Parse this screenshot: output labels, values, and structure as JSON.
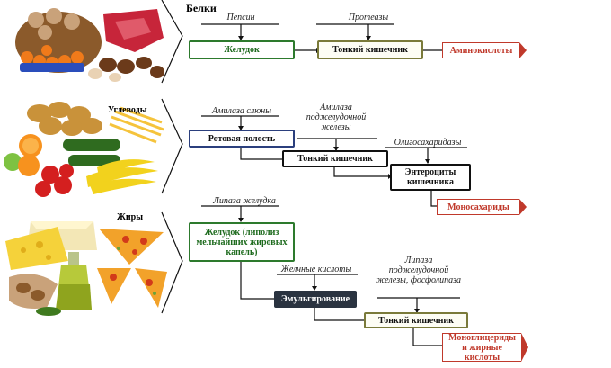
{
  "sections": {
    "proteins": {
      "title": "Белки",
      "enzymes": [
        "Пепсин",
        "Протеазы"
      ],
      "steps": [
        "Желудок",
        "Тонкий кишечник"
      ],
      "result": "Аминокислоты"
    },
    "carbs": {
      "title": "Углеводы",
      "enzymes": [
        "Амилаза слюны",
        "Амилаза поджелудочной железы",
        "Олигосахаридазы"
      ],
      "steps": [
        "Ротовая полость",
        "Тонкий кишечник",
        "Энтероциты кишечника"
      ],
      "result": "Моносахариды"
    },
    "fats": {
      "title": "Жиры",
      "enzymes": [
        "Липаза желудка",
        "Желчные кислоты",
        "Липаза поджелудочной железы, фосфолипаза"
      ],
      "steps": [
        "Желудок (липолиз мельчайших жировых капель)",
        "Эмульгирование",
        "Тонкий кишечник"
      ],
      "result": "Моноглицериды и жирные кислоты"
    }
  },
  "colors": {
    "green": "#2d7a2d",
    "red": "#c0392b",
    "navy": "#2b3f7d",
    "dark": "#2a3340"
  }
}
